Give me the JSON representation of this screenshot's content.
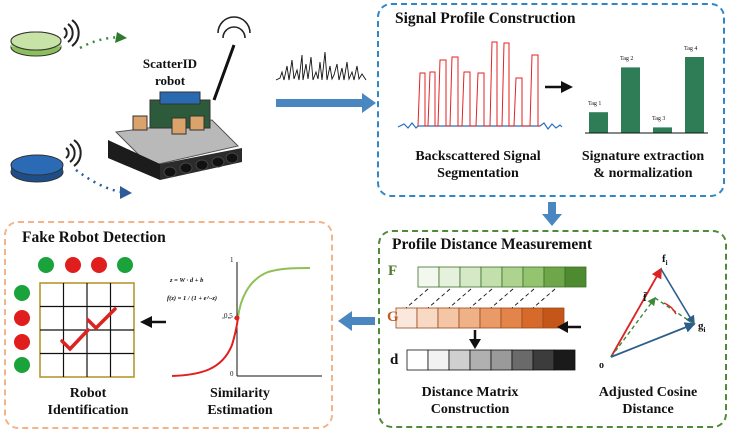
{
  "robot": {
    "name_line1": "ScatterID",
    "name_line2": "robot"
  },
  "signal_profile": {
    "title": "Signal Profile Construction",
    "left_caption_1": "Backscattered Signal",
    "left_caption_2": "Segmentation",
    "right_caption_1": "Signature extraction",
    "right_caption_2": "& normalization",
    "tags": [
      {
        "label": "Tag 1",
        "value": 0.26
      },
      {
        "label": "Tag 2",
        "value": 0.82
      },
      {
        "label": "Tag 3",
        "value": 0.07
      },
      {
        "label": "Tag 4",
        "value": 0.95
      }
    ],
    "bar_color": "#2e7d57"
  },
  "distance": {
    "title": "Profile Distance Measurement",
    "row_f": "F",
    "row_g": "G",
    "row_d": "d",
    "left_caption_1": "Distance Matrix",
    "left_caption_2": "Construction",
    "right_caption_1": "Adjusted Cosine",
    "right_caption_2": "Distance",
    "vec_f": "f",
    "vec_f_sub": "i",
    "vec_fbar": "f̄",
    "vec_g": "g",
    "vec_g_sub": "i",
    "origin": "o"
  },
  "fake_detection": {
    "title": "Fake Robot Detection",
    "left_caption_1": "Robot",
    "left_caption_2": "Identification",
    "right_caption_1": "Similarity",
    "right_caption_2": "Estimation",
    "formula_1": "z = W · d + b",
    "formula_2": "f(z) = 1 / (1 + e^-z)",
    "axis_top": "1",
    "axis_mid": "0.5",
    "axis_bottom": "0"
  },
  "colors": {
    "blue_border": "#2f86c9",
    "green_border": "#4f8a3a",
    "orange_border": "#f2b48a",
    "arrow": "#4a86c0"
  }
}
